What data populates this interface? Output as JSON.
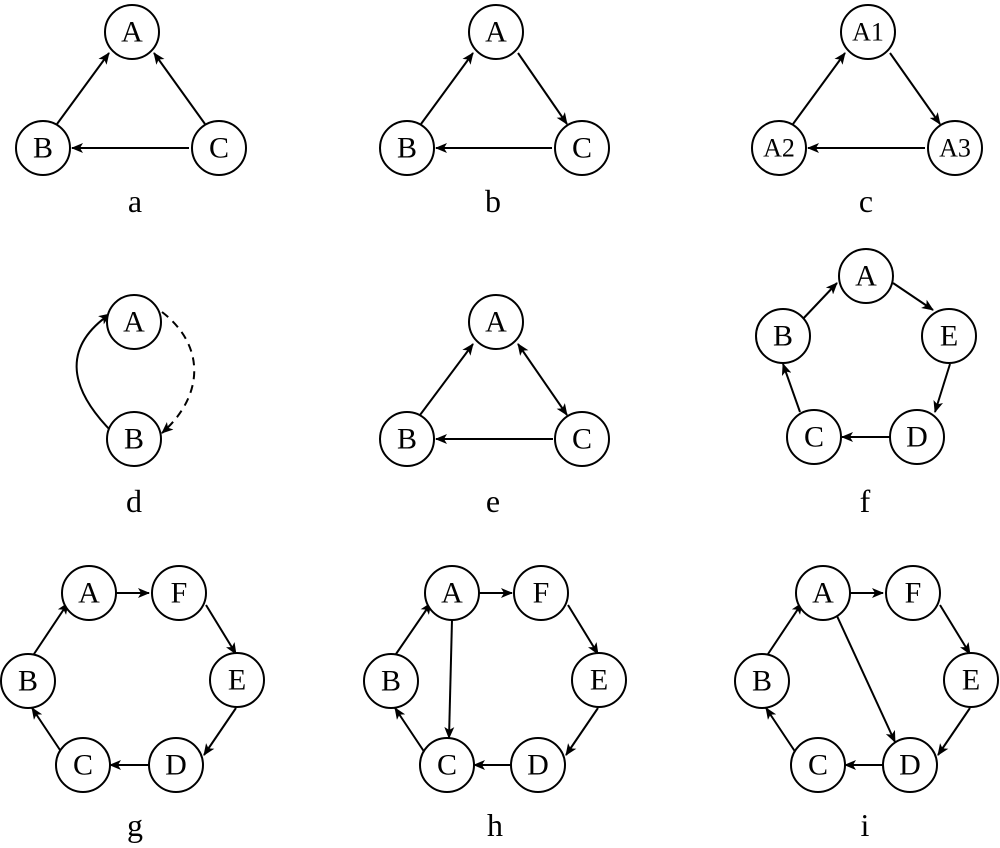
{
  "panels": [
    {
      "caption": "a",
      "nodes": [
        "A",
        "B",
        "C"
      ],
      "edges": [
        [
          "B",
          "A"
        ],
        [
          "C",
          "A"
        ],
        [
          "C",
          "B"
        ]
      ]
    },
    {
      "caption": "b",
      "nodes": [
        "A",
        "B",
        "C"
      ],
      "edges": [
        [
          "B",
          "A"
        ],
        [
          "A",
          "C"
        ],
        [
          "C",
          "B"
        ]
      ]
    },
    {
      "caption": "c",
      "nodes": [
        "A1",
        "A2",
        "A3"
      ],
      "edges": [
        [
          "A2",
          "A1"
        ],
        [
          "A1",
          "A3"
        ],
        [
          "A3",
          "A2"
        ]
      ]
    },
    {
      "caption": "d",
      "nodes": [
        "A",
        "B"
      ],
      "edges": [
        [
          "B",
          "A",
          "solid"
        ],
        [
          "A",
          "B",
          "dashed"
        ]
      ]
    },
    {
      "caption": "e",
      "nodes": [
        "A",
        "B",
        "C"
      ],
      "edges": [
        [
          "B",
          "A"
        ],
        [
          "A",
          "C",
          "bidirectional"
        ],
        [
          "C",
          "B"
        ]
      ]
    },
    {
      "caption": "f",
      "nodes": [
        "A",
        "E",
        "D",
        "C",
        "B"
      ],
      "edges": [
        [
          "B",
          "A"
        ],
        [
          "A",
          "E"
        ],
        [
          "E",
          "D"
        ],
        [
          "D",
          "C"
        ],
        [
          "C",
          "B"
        ]
      ]
    },
    {
      "caption": "g",
      "nodes": [
        "A",
        "F",
        "E",
        "D",
        "C",
        "B"
      ],
      "edges": [
        [
          "B",
          "A"
        ],
        [
          "A",
          "F"
        ],
        [
          "F",
          "E"
        ],
        [
          "E",
          "D"
        ],
        [
          "D",
          "C"
        ],
        [
          "C",
          "B"
        ]
      ]
    },
    {
      "caption": "h",
      "nodes": [
        "A",
        "F",
        "E",
        "D",
        "C",
        "B"
      ],
      "edges": [
        [
          "B",
          "A"
        ],
        [
          "A",
          "F"
        ],
        [
          "F",
          "E"
        ],
        [
          "E",
          "D"
        ],
        [
          "D",
          "C"
        ],
        [
          "C",
          "B"
        ],
        [
          "A",
          "C"
        ]
      ]
    },
    {
      "caption": "i",
      "nodes": [
        "A",
        "F",
        "E",
        "D",
        "C",
        "B"
      ],
      "edges": [
        [
          "B",
          "A"
        ],
        [
          "A",
          "F"
        ],
        [
          "F",
          "E"
        ],
        [
          "E",
          "D"
        ],
        [
          "D",
          "C"
        ],
        [
          "C",
          "B"
        ],
        [
          "A",
          "D"
        ]
      ]
    }
  ]
}
